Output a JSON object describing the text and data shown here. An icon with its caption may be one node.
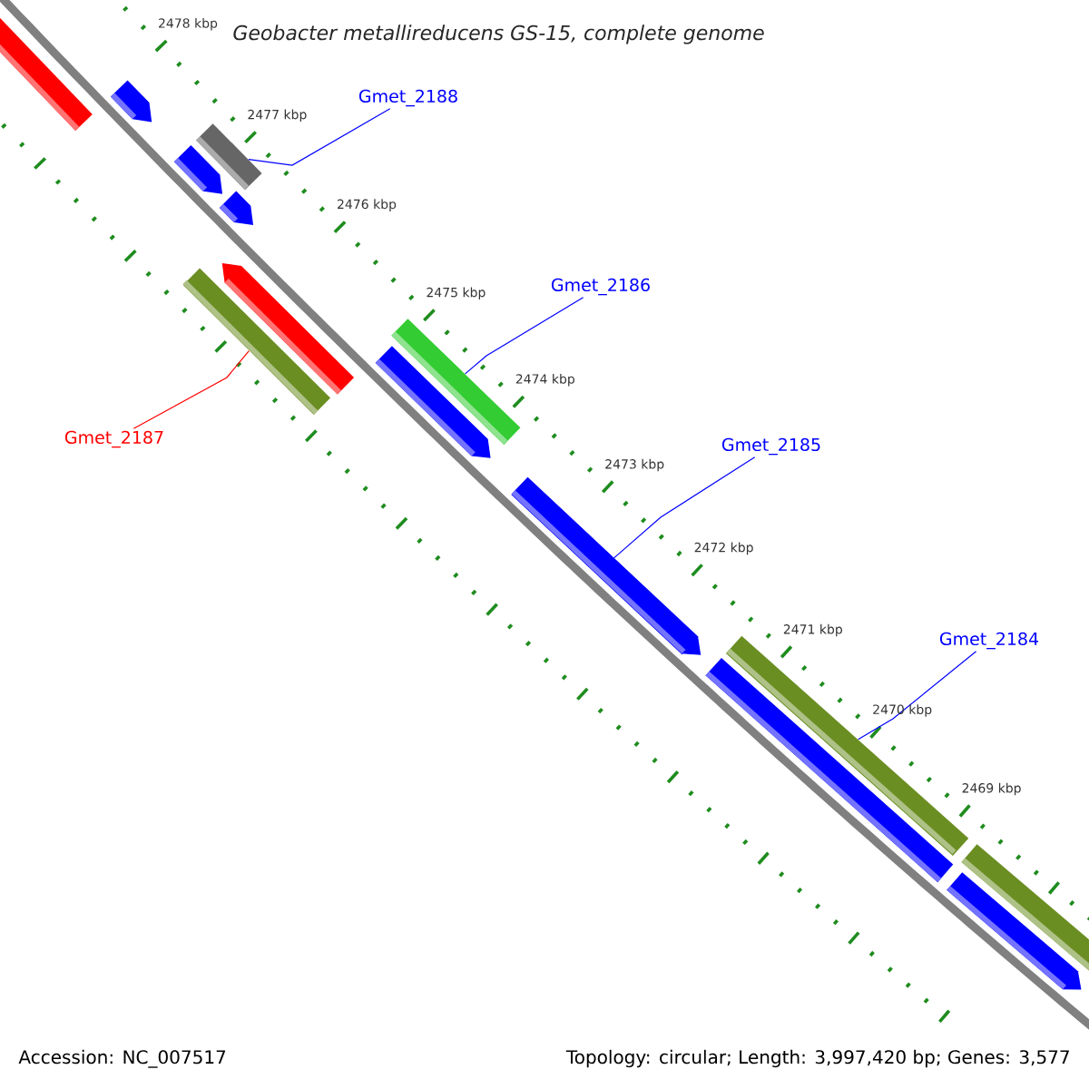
{
  "diagram": {
    "title": "Geobacter metallireducens GS-15, complete genome",
    "nodes": [
      {
        "text": [
          "Gmet_2188"
        ]
      },
      {
        "text": [],
        "shape": "bar"
      },
      {
        "text": [
          "Gmet_2186"
        ]
      },
      {
        "text": [],
        "shape": "bar"
      },
      {
        "text": [
          "Gmet_2187"
        ]
      },
      {
        "text": [],
        "shape": "bar"
      },
      {
        "text": [
          "Gmet_2185"
        ]
      },
      {
        "text": [],
        "shape": "bar"
      },
      {
        "text": [
          "Gmet_2184"
        ]
      },
      {
        "text": [],
        "shape": "bar"
      }
    ],
    "edges": [
      {
        "from": 0,
        "to": 1,
        "arrow": "none"
      },
      {
        "from": 2,
        "to": 3,
        "arrow": "none"
      },
      {
        "from": 4,
        "to": 5,
        "arrow": "none",
        "color": "#ff0000"
      },
      {
        "from": 6,
        "to": 7,
        "arrow": "none"
      },
      {
        "from": 8,
        "to": 9,
        "arrow": "none"
      }
    ],
    "labels": [
      "2478 kbp",
      "2477 kbp",
      "2476 kbp",
      "2475 kbp",
      "2474 kbp",
      "2473 kbp",
      "2472 kbp",
      "2471 kbp",
      "2470 kbp",
      "2469 kbp",
      "Accession: NC_007517",
      "Topology: circular; Length: 3,997,420 bp; Genes: 3,577"
    ]
  }
}
